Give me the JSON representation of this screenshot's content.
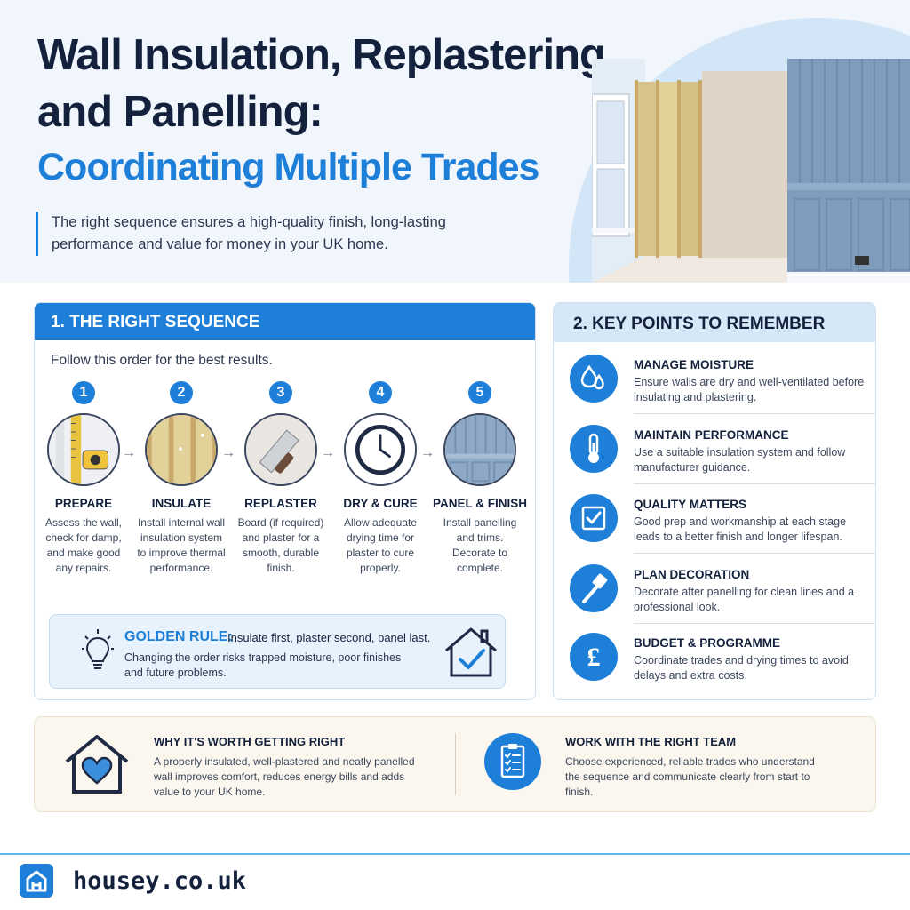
{
  "hero": {
    "title_line1": "Wall Insulation, Replastering,",
    "title_line2": "and Panelling:",
    "title_line3": "Coordinating Multiple Trades",
    "lead": "The right sequence ensures a high-quality finish, long-lasting performance and value for money in your UK home."
  },
  "sequence": {
    "heading": "1. THE RIGHT SEQUENCE",
    "subheading": "Follow this order for the best results.",
    "arrow_glyph": "→",
    "steps": [
      {
        "number": "1",
        "title": "PREPARE",
        "desc": "Assess the wall, check for damp, and make good any repairs.",
        "icon": "measuring-tape-icon"
      },
      {
        "number": "2",
        "title": "INSULATE",
        "desc": "Install internal wall insulation system to improve thermal performance.",
        "icon": "insulation-icon"
      },
      {
        "number": "3",
        "title": "REPLASTER",
        "desc": "Board (if required) and plaster for a smooth, durable finish.",
        "icon": "trowel-icon"
      },
      {
        "number": "4",
        "title": "DRY & CURE",
        "desc": "Allow adequate drying time for plaster to cure properly.",
        "icon": "clock-icon"
      },
      {
        "number": "5",
        "title": "PANEL & FINISH",
        "desc": "Install panelling and trims. Decorate to complete.",
        "icon": "panelling-icon"
      }
    ],
    "golden_rule": {
      "label": "GOLDEN RULE:",
      "text": "Insulate first, plaster second, panel last.",
      "desc": "Changing the order risks trapped moisture, poor finishes and future problems."
    }
  },
  "key_points": {
    "heading": "2. KEY POINTS TO REMEMBER",
    "items": [
      {
        "title": "MANAGE MOISTURE",
        "desc": "Ensure walls are dry and well-ventilated before insulating and plastering.",
        "icon": "water-drops-icon"
      },
      {
        "title": "MAINTAIN PERFORMANCE",
        "desc": "Use a suitable insulation system and follow manufacturer guidance.",
        "icon": "thermometer-icon"
      },
      {
        "title": "QUALITY MATTERS",
        "desc": "Good prep and workmanship at each stage leads to a better finish and longer lifespan.",
        "icon": "checkbox-icon"
      },
      {
        "title": "PLAN DECORATION",
        "desc": "Decorate after panelling for clean lines and a professional look.",
        "icon": "paintbrush-icon"
      },
      {
        "title": "BUDGET & PROGRAMME",
        "desc": "Coordinate trades and drying times to avoid delays and extra costs.",
        "icon": "pound-sign-icon"
      }
    ]
  },
  "bottom": {
    "left_title": "WHY IT'S WORTH GETTING RIGHT",
    "left_desc": "A properly insulated, well-plastered and neatly panelled wall improves comfort, reduces energy bills and adds value to your UK home.",
    "right_title": "WORK WITH THE RIGHT TEAM",
    "right_desc": "Choose experienced, reliable trades who understand the sequence and communicate clearly from start to finish."
  },
  "footer": {
    "site": "housey.co.uk"
  },
  "colors": {
    "accent": "#1e7fd8",
    "navy": "#13213d",
    "panel_blue": "#7f9cbd"
  }
}
